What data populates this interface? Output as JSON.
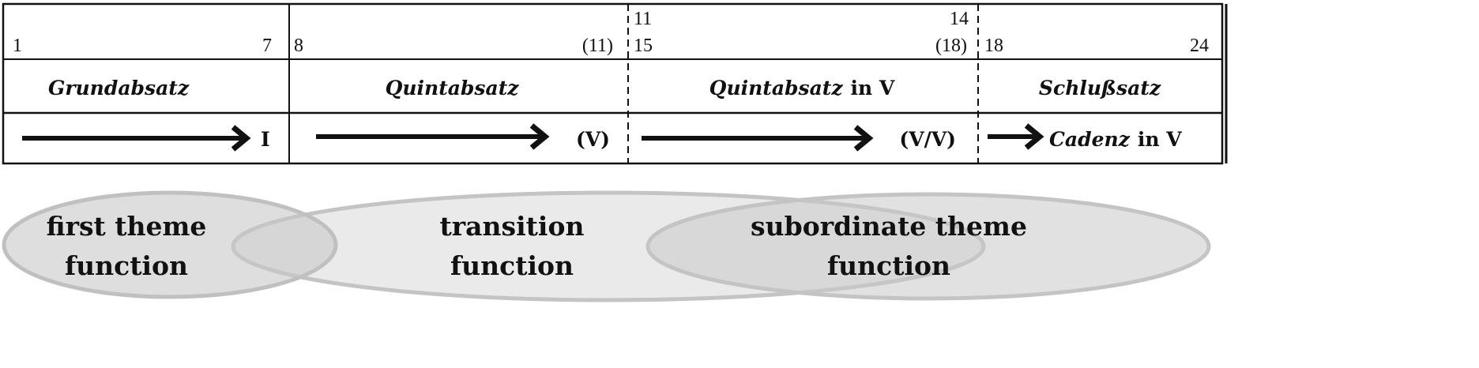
{
  "sections": [
    {
      "measures_top": "",
      "measures_top_end": "",
      "start": "1",
      "end": "7",
      "name": "Grundabsatz",
      "name_suffix": "",
      "goal": "I",
      "goal_italic": "",
      "goal_suffix": ""
    },
    {
      "measures_top": "",
      "measures_top_end": "",
      "start": "8",
      "end": "(11)",
      "name": "Quintabsatz",
      "name_suffix": "",
      "goal": "(V)",
      "goal_italic": "",
      "goal_suffix": ""
    },
    {
      "measures_top": "11",
      "measures_top_end": "14",
      "start": "15",
      "end": "(18)",
      "name": "Quintabsatz",
      "name_suffix": "in V",
      "goal": "(V/V)",
      "goal_italic": "",
      "goal_suffix": ""
    },
    {
      "measures_top": "",
      "measures_top_end": "",
      "start": "18",
      "end": "24",
      "name": "Schlußsatz",
      "name_suffix": "",
      "goal": "",
      "goal_italic": "Cadenz",
      "goal_suffix": "in V"
    }
  ],
  "functions": [
    {
      "line1": "first theme",
      "line2": "function"
    },
    {
      "line1": "transition",
      "line2": "function"
    },
    {
      "line1": "subordinate theme",
      "line2": "function"
    }
  ],
  "colors": {
    "ellipse_fill": "#d8d8d8",
    "ellipse_stroke": "#c4c4c4",
    "ink": "#111111"
  }
}
